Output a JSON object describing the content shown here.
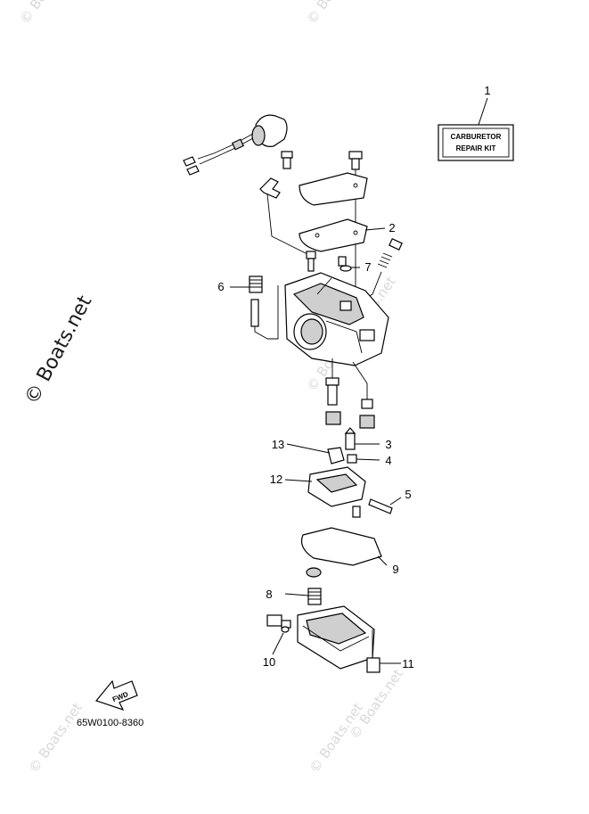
{
  "watermarks": {
    "side": "© Boats.net",
    "faint": "© Boats.net"
  },
  "kit_label": {
    "line1": "CARBURETOR",
    "line2": "REPAIR KIT"
  },
  "callouts": [
    "1",
    "2",
    "3",
    "4",
    "5",
    "6",
    "7",
    "8",
    "9",
    "10",
    "11",
    "12",
    "13"
  ],
  "fwd_label": "FWD",
  "part_code": "65W0100-8360"
}
